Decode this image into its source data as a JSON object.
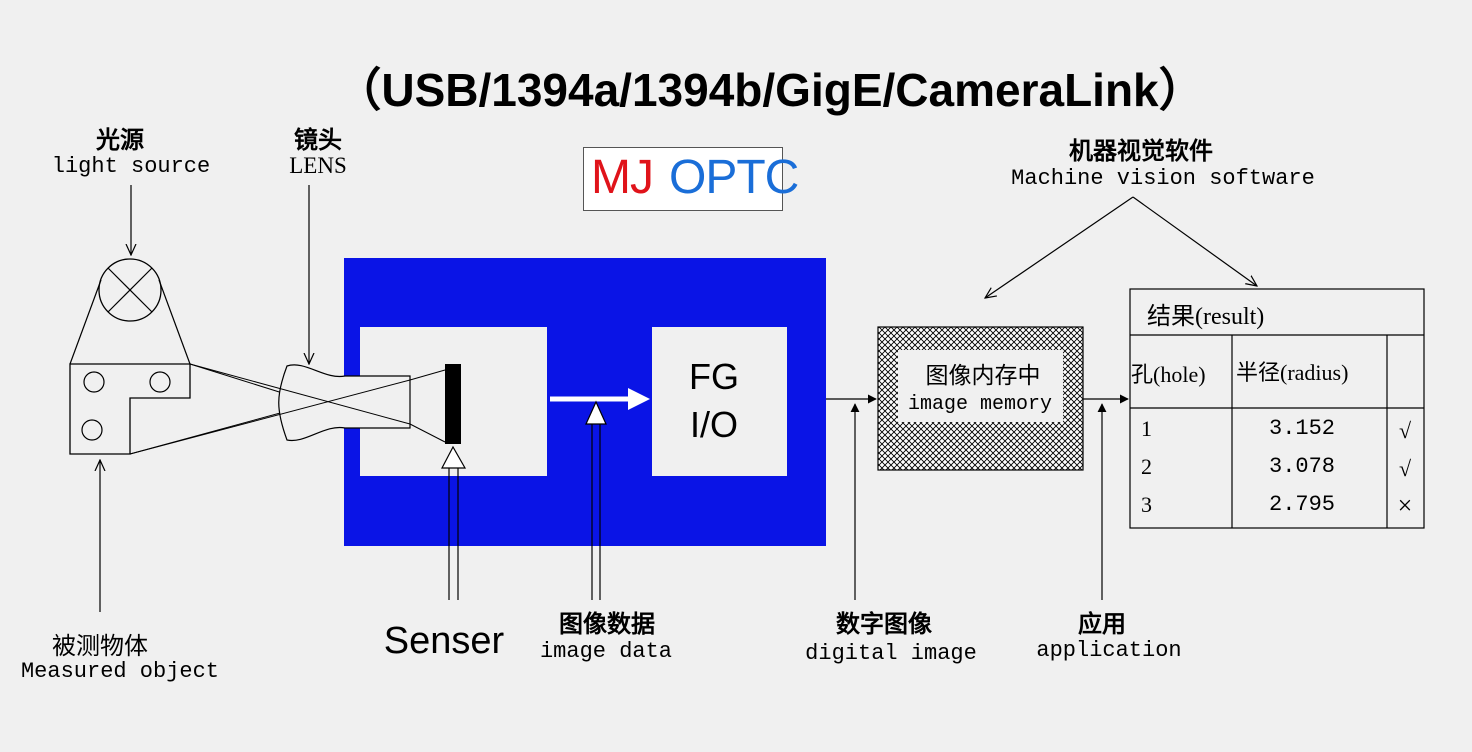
{
  "title": "（USB/1394a/1394b/GigE/CameraLink）",
  "logo": {
    "red_part": "MJ",
    "blue_part": "OPTC"
  },
  "labels": {
    "light_source_zh": "光源",
    "light_source_en": "light source",
    "lens_zh": "镜头",
    "lens_en": "LENS",
    "machine_vision_zh": "机器视觉软件",
    "machine_vision_en": "Machine vision software",
    "measured_object_zh": "被测物体",
    "measured_object_en": "Measured object",
    "senser": "Senser",
    "image_data_zh": "图像数据",
    "image_data_en": "image data",
    "digital_image_zh": "数字图像",
    "digital_image_en": "digital image",
    "application_zh": "应用",
    "application_en": "application"
  },
  "fg_box": {
    "line1": "FG",
    "line2": "I/O"
  },
  "image_memory": {
    "zh": "图像内存中",
    "en": "image memory"
  },
  "result_table": {
    "header": "结果(result)",
    "columns": [
      "孔(hole)",
      "半径(radius)",
      ""
    ],
    "rows": [
      {
        "hole": "1",
        "radius": "3.152",
        "mark": "√"
      },
      {
        "hole": "2",
        "radius": "3.078",
        "mark": "√"
      },
      {
        "hole": "3",
        "radius": "2.795",
        "mark": "×"
      }
    ]
  },
  "colors": {
    "camera_body": "#0a14e6",
    "logo_red": "#e0131a",
    "logo_blue": "#1a6ed8",
    "background": "#f0f0f0"
  }
}
